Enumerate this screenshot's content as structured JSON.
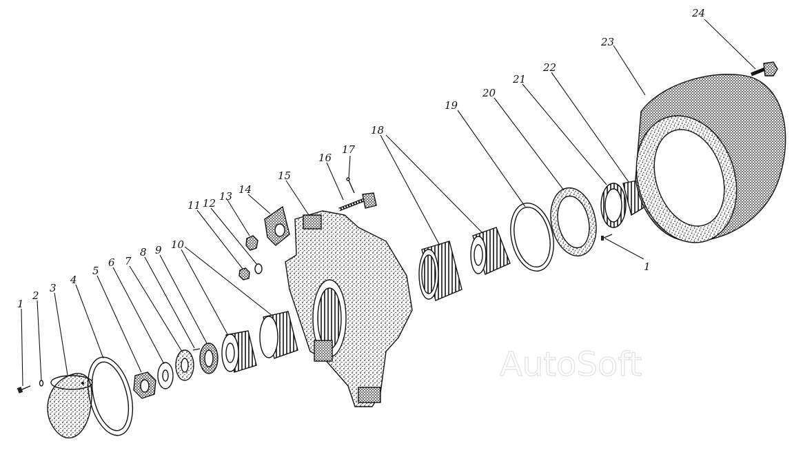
{
  "watermark": "AutoSoft",
  "parts": [
    {
      "id": "p1a",
      "label": "1"
    },
    {
      "id": "p2",
      "label": "2"
    },
    {
      "id": "p3",
      "label": "3"
    },
    {
      "id": "p4",
      "label": "4"
    },
    {
      "id": "p5",
      "label": "5"
    },
    {
      "id": "p6",
      "label": "6"
    },
    {
      "id": "p7",
      "label": "7"
    },
    {
      "id": "p8",
      "label": "8"
    },
    {
      "id": "p9",
      "label": "9"
    },
    {
      "id": "p10",
      "label": "10"
    },
    {
      "id": "p11",
      "label": "11"
    },
    {
      "id": "p12",
      "label": "12"
    },
    {
      "id": "p13",
      "label": "13"
    },
    {
      "id": "p14",
      "label": "14"
    },
    {
      "id": "p15",
      "label": "15"
    },
    {
      "id": "p16",
      "label": "16"
    },
    {
      "id": "p17",
      "label": "17"
    },
    {
      "id": "p18",
      "label": "18"
    },
    {
      "id": "p19",
      "label": "19"
    },
    {
      "id": "p20",
      "label": "20"
    },
    {
      "id": "p21",
      "label": "21"
    },
    {
      "id": "p22",
      "label": "22"
    },
    {
      "id": "p23",
      "label": "23"
    },
    {
      "id": "p24",
      "label": "24"
    },
    {
      "id": "p1b",
      "label": "1"
    }
  ]
}
